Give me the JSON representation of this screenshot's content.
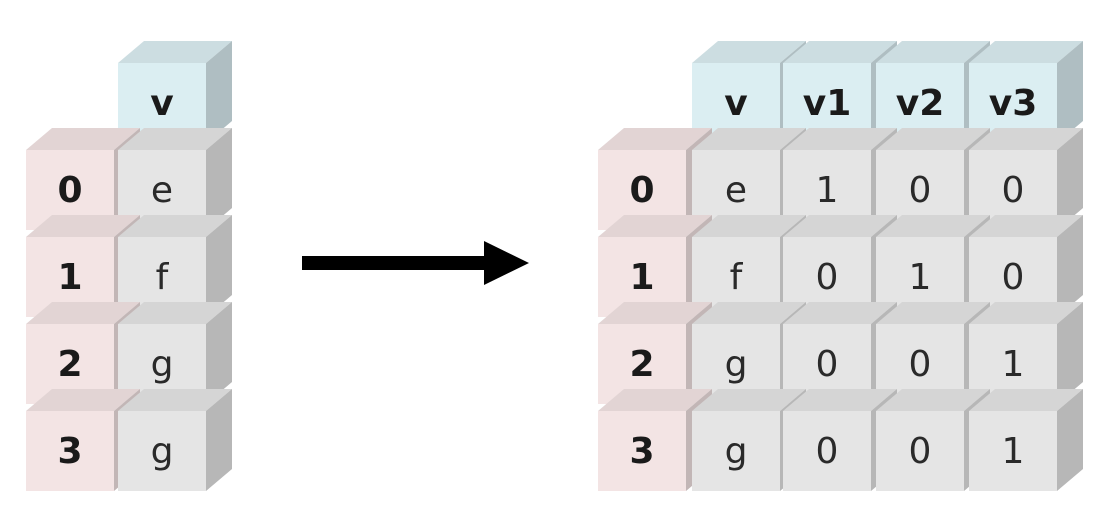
{
  "colors": {
    "index_fill": "#f3e4e4",
    "header_fill": "#dbeef2",
    "cell_fill": "#e5e5e5",
    "arrow": "#000000"
  },
  "left_table": {
    "header": [
      "v"
    ],
    "index": [
      "0",
      "1",
      "2",
      "3"
    ],
    "rows": [
      [
        "e"
      ],
      [
        "f"
      ],
      [
        "g"
      ],
      [
        "g"
      ]
    ]
  },
  "arrow_icon": "right-arrow-icon",
  "right_table": {
    "header": [
      "v",
      "v1",
      "v2",
      "v3"
    ],
    "index": [
      "0",
      "1",
      "2",
      "3"
    ],
    "rows": [
      [
        "e",
        "1",
        "0",
        "0"
      ],
      [
        "f",
        "0",
        "1",
        "0"
      ],
      [
        "g",
        "0",
        "0",
        "1"
      ],
      [
        "g",
        "0",
        "0",
        "1"
      ]
    ]
  }
}
